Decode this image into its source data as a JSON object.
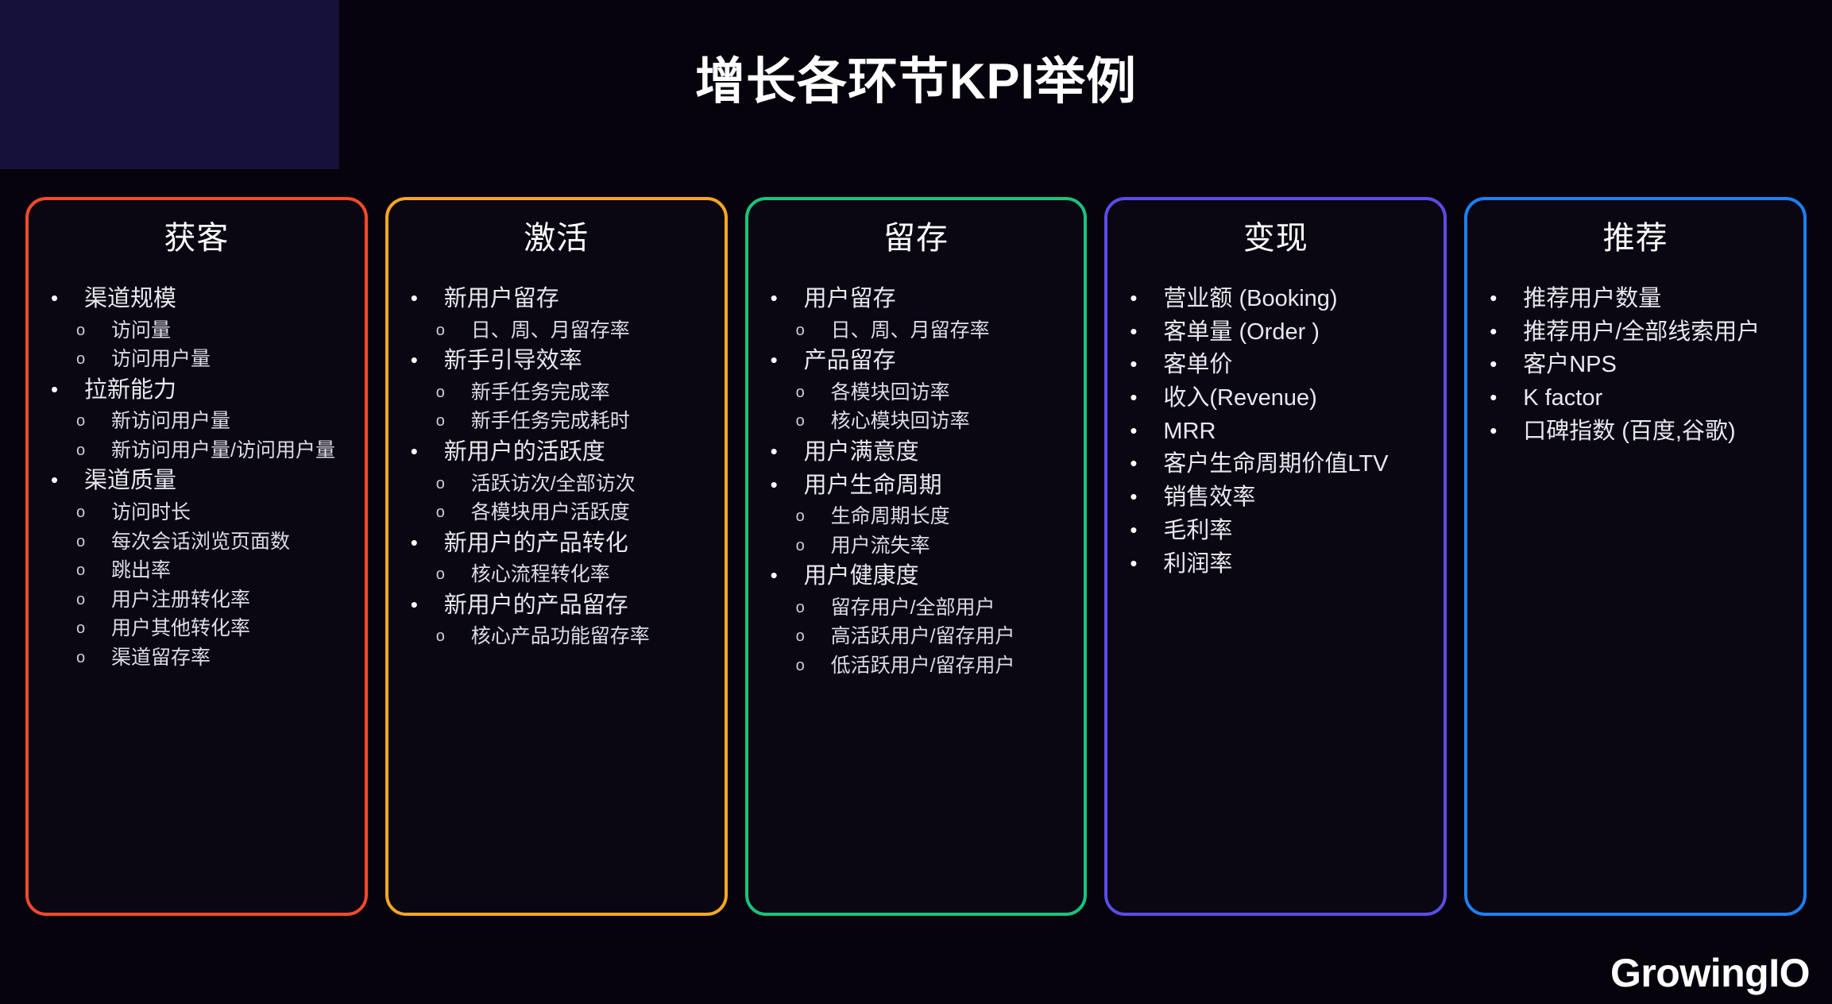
{
  "slide": {
    "title": "增长各环节KPI举例",
    "logo": "GrowingIO",
    "background": "#07030d"
  },
  "columns": [
    {
      "name": "acquisition",
      "title": "获客",
      "accent": "#f4492d",
      "items": [
        {
          "level": 1,
          "marker": "•",
          "text": "渠道规模"
        },
        {
          "level": 2,
          "marker": "o",
          "text": "访问量"
        },
        {
          "level": 2,
          "marker": "o",
          "text": "访问用户量"
        },
        {
          "level": 1,
          "marker": "•",
          "text": "拉新能力"
        },
        {
          "level": 2,
          "marker": "o",
          "text": "新访问用户量"
        },
        {
          "level": 2,
          "marker": "o",
          "text": "新访问用户量/访问用户量"
        },
        {
          "level": 1,
          "marker": "•",
          "text": "渠道质量"
        },
        {
          "level": 2,
          "marker": "o",
          "text": "访问时长"
        },
        {
          "level": 2,
          "marker": "o",
          "text": "每次会话浏览页面数"
        },
        {
          "level": 2,
          "marker": "o",
          "text": "跳出率"
        },
        {
          "level": 2,
          "marker": "o",
          "text": "用户注册转化率"
        },
        {
          "level": 2,
          "marker": "o",
          "text": "用户其他转化率"
        },
        {
          "level": 2,
          "marker": "o",
          "text": "渠道留存率"
        }
      ]
    },
    {
      "name": "activation",
      "title": "激活",
      "accent": "#f5a623",
      "items": [
        {
          "level": 1,
          "marker": "•",
          "text": "新用户留存"
        },
        {
          "level": 2,
          "marker": "o",
          "text": "日、周、月留存率"
        },
        {
          "level": 1,
          "marker": "•",
          "text": "新手引导效率"
        },
        {
          "level": 2,
          "marker": "o",
          "text": "新手任务完成率"
        },
        {
          "level": 2,
          "marker": "o",
          "text": "新手任务完成耗时"
        },
        {
          "level": 1,
          "marker": "•",
          "text": "新用户的活跃度"
        },
        {
          "level": 2,
          "marker": "o",
          "text": "活跃访次/全部访次"
        },
        {
          "level": 2,
          "marker": "o",
          "text": "各模块用户活跃度"
        },
        {
          "level": 1,
          "marker": "•",
          "text": "新用户的产品转化"
        },
        {
          "level": 2,
          "marker": "o",
          "text": "核心流程转化率"
        },
        {
          "level": 1,
          "marker": "•",
          "text": "新用户的产品留存"
        },
        {
          "level": 2,
          "marker": "o",
          "text": "核心产品功能留存率"
        }
      ]
    },
    {
      "name": "retention",
      "title": "留存",
      "accent": "#17c47f",
      "items": [
        {
          "level": 1,
          "marker": "•",
          "text": "用户留存"
        },
        {
          "level": 2,
          "marker": "o",
          "text": "日、周、月留存率"
        },
        {
          "level": 1,
          "marker": "•",
          "text": "产品留存"
        },
        {
          "level": 2,
          "marker": "o",
          "text": "各模块回访率"
        },
        {
          "level": 2,
          "marker": "o",
          "text": "核心模块回访率"
        },
        {
          "level": 1,
          "marker": "•",
          "text": "用户满意度"
        },
        {
          "level": 1,
          "marker": "•",
          "text": "用户生命周期"
        },
        {
          "level": 2,
          "marker": "o",
          "text": "生命周期长度"
        },
        {
          "level": 2,
          "marker": "o",
          "text": "用户流失率"
        },
        {
          "level": 1,
          "marker": "•",
          "text": "用户健康度"
        },
        {
          "level": 2,
          "marker": "o",
          "text": "留存用户/全部用户"
        },
        {
          "level": 2,
          "marker": "o",
          "text": "高活跃用户/留存用户"
        },
        {
          "level": 2,
          "marker": "o",
          "text": "低活跃用户/留存用户"
        }
      ]
    },
    {
      "name": "monetization",
      "title": "变现",
      "accent": "#5b4ce8",
      "items": [
        {
          "level": 1,
          "marker": "•",
          "text": "营业额 (Booking)"
        },
        {
          "level": 1,
          "marker": "•",
          "text": "客单量 (Order )"
        },
        {
          "level": 1,
          "marker": "•",
          "text": "客单价"
        },
        {
          "level": 1,
          "marker": "•",
          "text": "收入(Revenue)"
        },
        {
          "level": 1,
          "marker": "•",
          "text": "MRR"
        },
        {
          "level": 1,
          "marker": "•",
          "text": "客户生命周期价值LTV"
        },
        {
          "level": 1,
          "marker": "•",
          "text": "销售效率"
        },
        {
          "level": 1,
          "marker": "•",
          "text": "毛利率"
        },
        {
          "level": 1,
          "marker": "•",
          "text": "利润率"
        }
      ]
    },
    {
      "name": "referral",
      "title": "推荐",
      "accent": "#1d7ff5",
      "items": [
        {
          "level": 1,
          "marker": "•",
          "text": "推荐用户数量"
        },
        {
          "level": 1,
          "marker": "•",
          "text": "推荐用户/全部线索用户"
        },
        {
          "level": 1,
          "marker": "•",
          "text": "客户NPS"
        },
        {
          "level": 1,
          "marker": "•",
          "text": "K factor"
        },
        {
          "level": 1,
          "marker": "•",
          "text": "口碑指数 (百度,谷歌)"
        }
      ]
    }
  ]
}
